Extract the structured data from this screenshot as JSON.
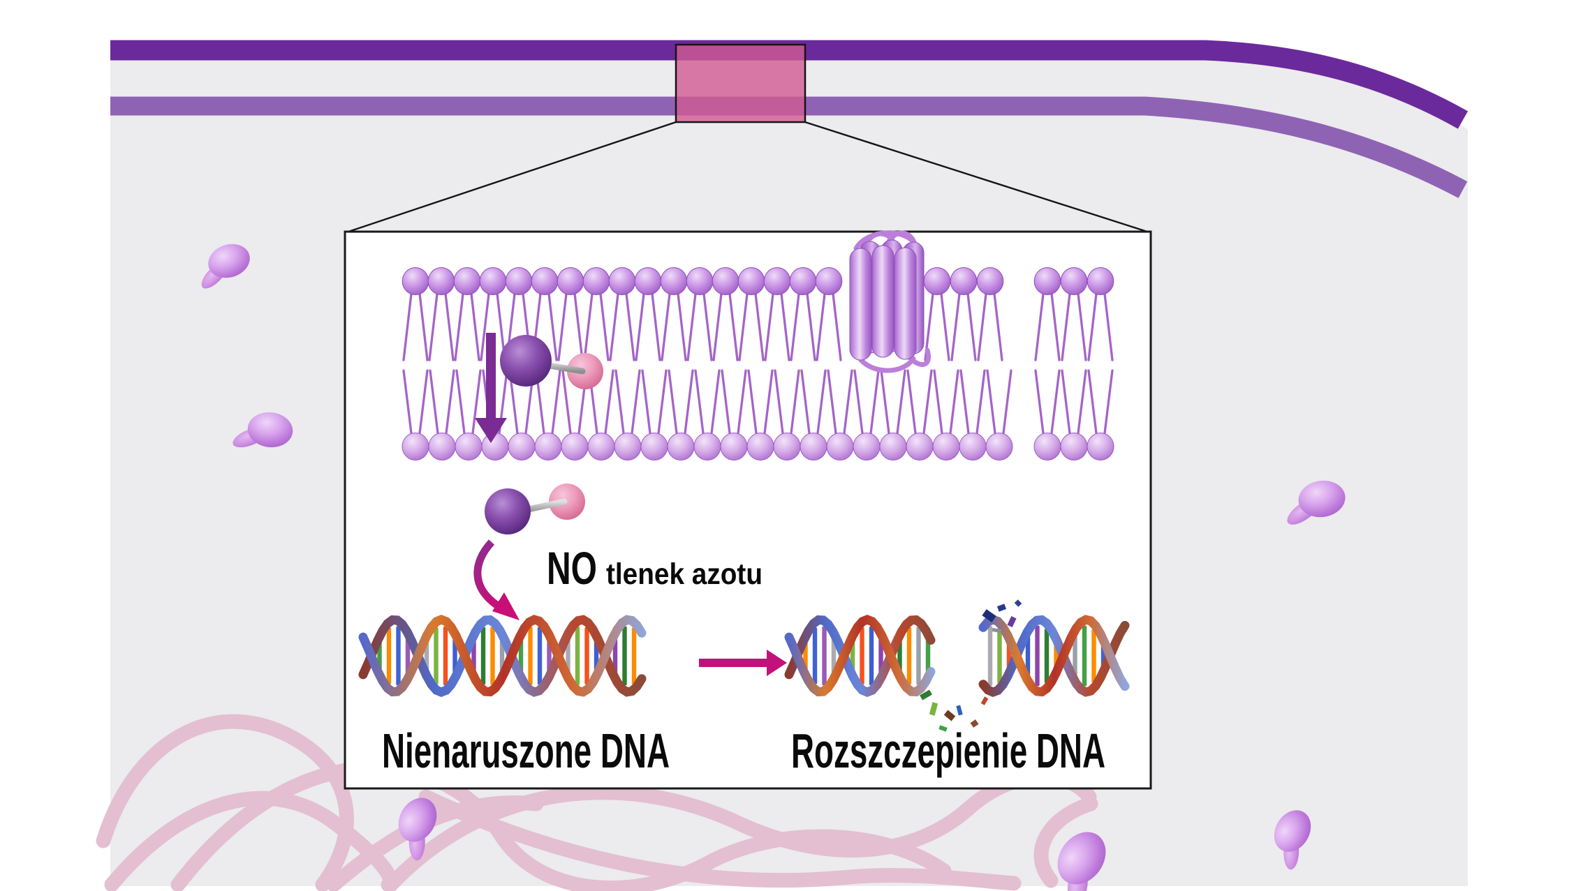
{
  "labels": {
    "no": "NO",
    "no_desc": "tlenek azotu",
    "dna_intact": "Nienaruszone DNA",
    "dna_cleaved": "Rozszczepienie DNA"
  },
  "colors": {
    "cytoplasm": "#ecebed",
    "band_dark": "#6b2a9c",
    "band_light": "#8f63b4",
    "highlight_fill": "rgba(209,90,146,0.8)",
    "arrow_down": "#7b2b94",
    "arrow_right": "#c2117c",
    "arrow_curved_end": "#c90f77",
    "label_color": "#0a0a0a",
    "lipid_tail": "#a564c9",
    "nitrogen_sphere": "#5d2d7e",
    "oxygen_sphere": "#e0759f",
    "er_squiggle": "#e3bfd1",
    "dna_bar_colors": [
      "#43a047",
      "#fb8c00",
      "#3f63d2",
      "#9b59b6",
      "#a9aab2",
      "#7cb342",
      "#f4511e",
      "#3e5fd0",
      "#8e44ad",
      "#2e7d32",
      "#fb8c00",
      "#9aa0a8"
    ],
    "dna_strand_a": [
      "#5568cc",
      "#d97a2e",
      "#b23227",
      "#cf6a35",
      "#8fa7dd"
    ],
    "dna_strand_b": [
      "#8a3a2e",
      "#4f6ac8",
      "#6b86d8",
      "#b8482e",
      "#8a4a3a"
    ]
  }
}
